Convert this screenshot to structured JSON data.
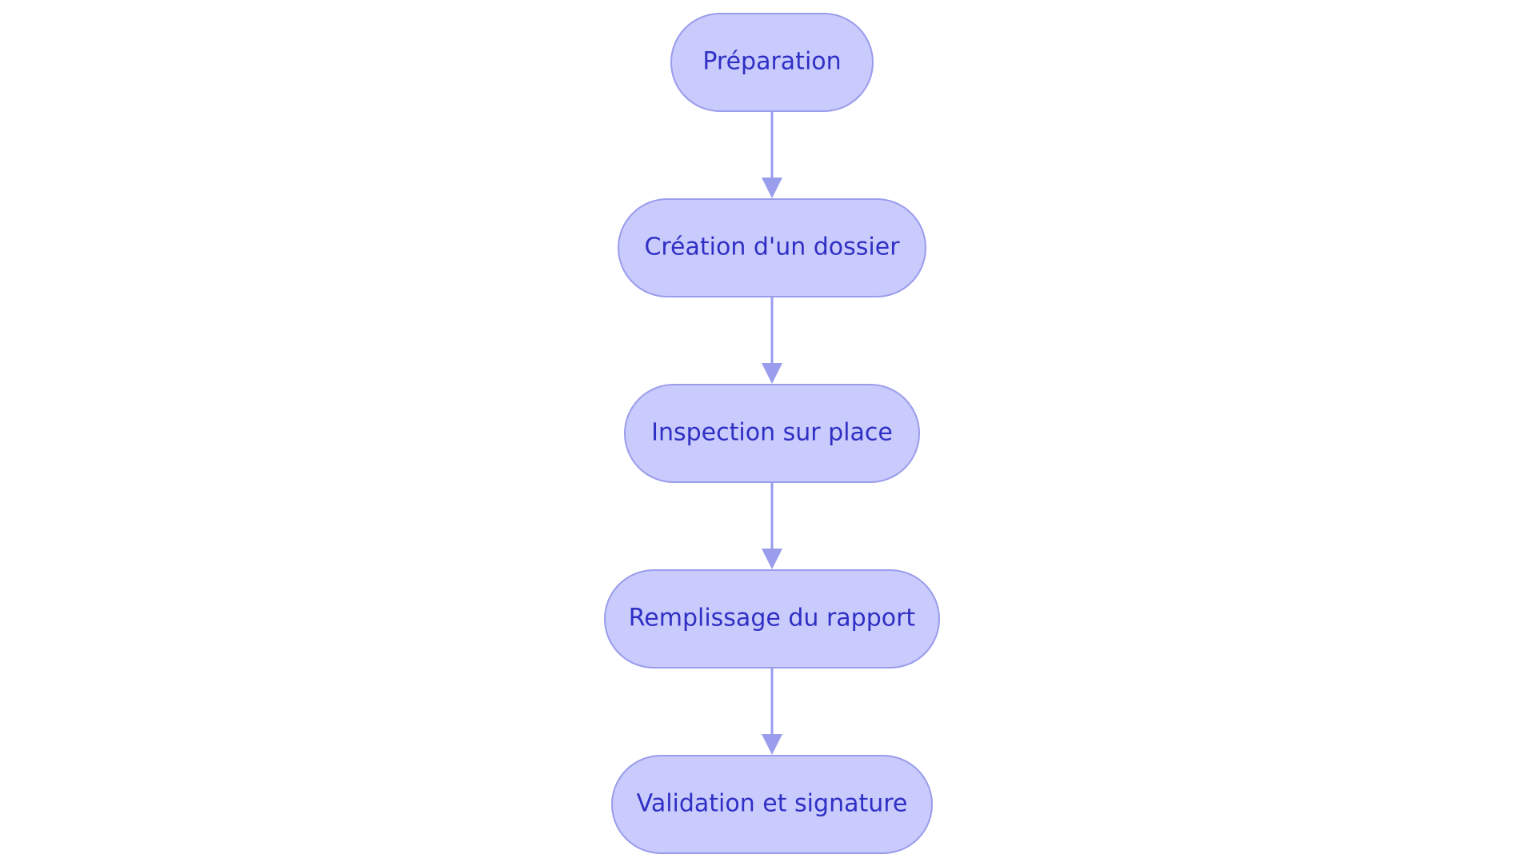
{
  "diagram": {
    "type": "flowchart",
    "direction": "top-to-bottom",
    "nodes": [
      {
        "id": "preparation",
        "label": "Préparation"
      },
      {
        "id": "creation",
        "label": "Création d'un dossier"
      },
      {
        "id": "inspection",
        "label": "Inspection sur place"
      },
      {
        "id": "remplissage",
        "label": "Remplissage du rapport"
      },
      {
        "id": "validation",
        "label": "Validation et signature"
      }
    ],
    "edges": [
      {
        "from": "preparation",
        "to": "creation"
      },
      {
        "from": "creation",
        "to": "inspection"
      },
      {
        "from": "inspection",
        "to": "remplissage"
      },
      {
        "from": "remplissage",
        "to": "validation"
      }
    ],
    "colors": {
      "node_fill": "#c9cbfd",
      "node_stroke": "#9a9cec",
      "edge": "#9a9cec",
      "text": "#2f2fc4",
      "background": "#ffffff"
    }
  }
}
